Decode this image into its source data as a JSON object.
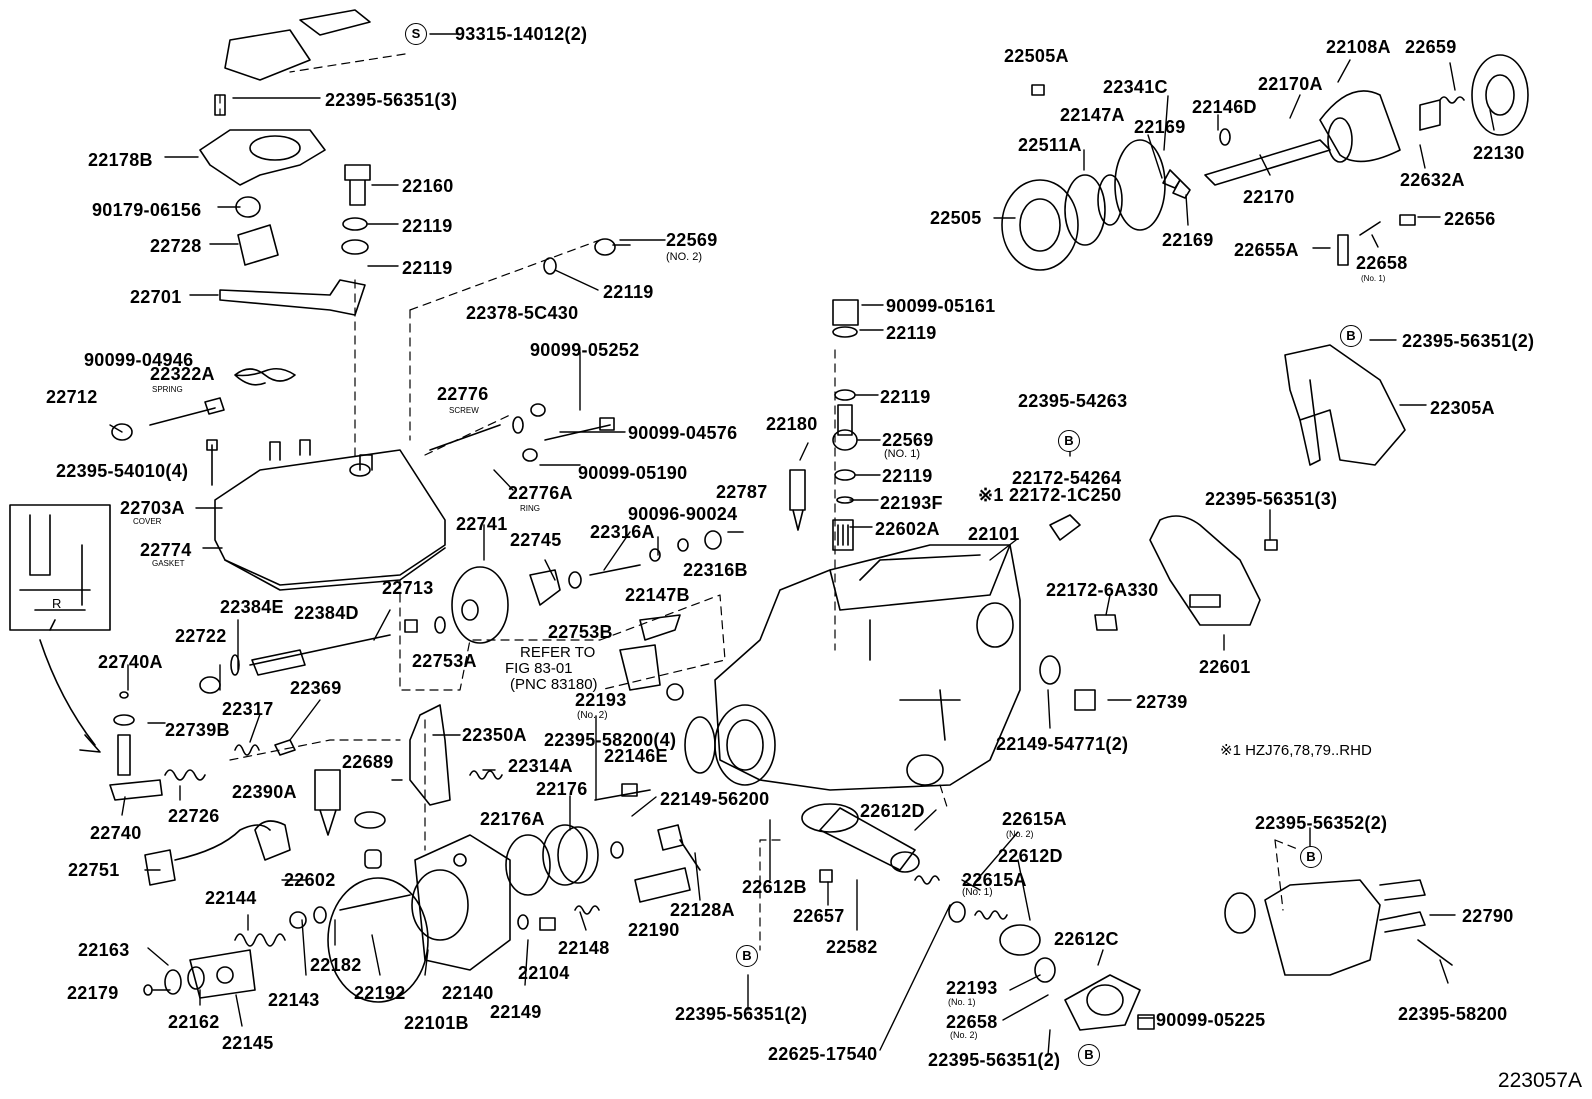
{
  "diagram": {
    "drawing_number": "223057A",
    "footnote": "※1 HZJ76,78,79..RHD",
    "labels": [
      {
        "id": "l1",
        "text": "93315-14012(2)"
      },
      {
        "id": "l2",
        "text": "22395-56351(3)"
      },
      {
        "id": "l3",
        "text": "22178B"
      },
      {
        "id": "l4",
        "text": "22160"
      },
      {
        "id": "l5",
        "text": "90179-06156"
      },
      {
        "id": "l6",
        "text": "22119"
      },
      {
        "id": "l7",
        "text": "22728"
      },
      {
        "id": "l8",
        "text": "22119"
      },
      {
        "id": "l9",
        "text": "22569"
      },
      {
        "id": "l10",
        "text": "22701"
      },
      {
        "id": "l11",
        "text": "22119"
      },
      {
        "id": "l12",
        "text": "22378-5C430"
      },
      {
        "id": "l13",
        "text": "90099-04946"
      },
      {
        "id": "l14",
        "text": "22322A"
      },
      {
        "id": "l15",
        "text": "90099-05252"
      },
      {
        "id": "l16",
        "text": "22712"
      },
      {
        "id": "l17",
        "text": "22776"
      },
      {
        "id": "l18",
        "text": "90099-04576"
      },
      {
        "id": "l19",
        "text": "22395-54010(4)"
      },
      {
        "id": "l20",
        "text": "90099-05190"
      },
      {
        "id": "l21",
        "text": "22776A"
      },
      {
        "id": "l22",
        "text": "22703A"
      },
      {
        "id": "l23",
        "text": "22741"
      },
      {
        "id": "l24",
        "text": "22774"
      },
      {
        "id": "l25",
        "text": "22745"
      },
      {
        "id": "l26",
        "text": "22316A"
      },
      {
        "id": "l27",
        "text": "90096-90024"
      },
      {
        "id": "l28",
        "text": "22787"
      },
      {
        "id": "l29",
        "text": "22316B"
      },
      {
        "id": "l30",
        "text": "22147B"
      },
      {
        "id": "l31",
        "text": "22713"
      },
      {
        "id": "l32",
        "text": "22384E"
      },
      {
        "id": "l33",
        "text": "22384D"
      },
      {
        "id": "l34",
        "text": "22753B"
      },
      {
        "id": "l35",
        "text": "22722"
      },
      {
        "id": "l36",
        "text": "22753A"
      },
      {
        "id": "l37",
        "text": "REFER TO"
      },
      {
        "id": "l38",
        "text": "FIG 83-01"
      },
      {
        "id": "l39",
        "text": "(PNC 83180)"
      },
      {
        "id": "l40",
        "text": "22740A"
      },
      {
        "id": "l41",
        "text": "22369"
      },
      {
        "id": "l42",
        "text": "22193"
      },
      {
        "id": "l43",
        "text": "22317"
      },
      {
        "id": "l44",
        "text": "22739B"
      },
      {
        "id": "l45",
        "text": "22350A"
      },
      {
        "id": "l46",
        "text": "22395-58200(4)"
      },
      {
        "id": "l47",
        "text": "22146E"
      },
      {
        "id": "l48",
        "text": "22689"
      },
      {
        "id": "l49",
        "text": "22314A"
      },
      {
        "id": "l50",
        "text": "22390A"
      },
      {
        "id": "l51",
        "text": "22726"
      },
      {
        "id": "l52",
        "text": "22176"
      },
      {
        "id": "l53",
        "text": "22149-56200"
      },
      {
        "id": "l54",
        "text": "22176A"
      },
      {
        "id": "l55",
        "text": "22740"
      },
      {
        "id": "l56",
        "text": "22751"
      },
      {
        "id": "l57",
        "text": "22128A"
      },
      {
        "id": "l58",
        "text": "22602"
      },
      {
        "id": "l59",
        "text": "22190"
      },
      {
        "id": "l60",
        "text": "22144"
      },
      {
        "id": "l61",
        "text": "22148"
      },
      {
        "id": "l62",
        "text": "22163"
      },
      {
        "id": "l63",
        "text": "22182"
      },
      {
        "id": "l64",
        "text": "22104"
      },
      {
        "id": "l65",
        "text": "22179"
      },
      {
        "id": "l66",
        "text": "22143"
      },
      {
        "id": "l67",
        "text": "22192"
      },
      {
        "id": "l68",
        "text": "22140"
      },
      {
        "id": "l69",
        "text": "22162"
      },
      {
        "id": "l70",
        "text": "22149"
      },
      {
        "id": "l71",
        "text": "22101B"
      },
      {
        "id": "l72",
        "text": "22145"
      },
      {
        "id": "l73",
        "text": "22505A"
      },
      {
        "id": "l74",
        "text": "22108A"
      },
      {
        "id": "l75",
        "text": "22659"
      },
      {
        "id": "l76",
        "text": "22341C"
      },
      {
        "id": "l77",
        "text": "22170A"
      },
      {
        "id": "l78",
        "text": "22147A"
      },
      {
        "id": "l79",
        "text": "22146D"
      },
      {
        "id": "l80",
        "text": "22511A"
      },
      {
        "id": "l81",
        "text": "22169"
      },
      {
        "id": "l82",
        "text": "22130"
      },
      {
        "id": "l83",
        "text": "22170"
      },
      {
        "id": "l84",
        "text": "22632A"
      },
      {
        "id": "l85",
        "text": "22505"
      },
      {
        "id": "l86",
        "text": "22656"
      },
      {
        "id": "l87",
        "text": "22169"
      },
      {
        "id": "l88",
        "text": "22655A"
      },
      {
        "id": "l89",
        "text": "22658"
      },
      {
        "id": "l90",
        "text": "90099-05161"
      },
      {
        "id": "l91",
        "text": "22119"
      },
      {
        "id": "l92",
        "text": "22395-56351(2)"
      },
      {
        "id": "l93",
        "text": "22119"
      },
      {
        "id": "l94",
        "text": "22305A"
      },
      {
        "id": "l95",
        "text": "22180"
      },
      {
        "id": "l96",
        "text": "22569"
      },
      {
        "id": "l97",
        "text": "22395-54263"
      },
      {
        "id": "l98",
        "text": "22119"
      },
      {
        "id": "l99",
        "text": "22193F"
      },
      {
        "id": "l100",
        "text": "22172-54264"
      },
      {
        "id": "l101",
        "text": "※1 22172-1C250"
      },
      {
        "id": "l102",
        "text": "22602A"
      },
      {
        "id": "l103",
        "text": "22101"
      },
      {
        "id": "l104",
        "text": "22395-56351(3)"
      },
      {
        "id": "l105",
        "text": "22172-6A330"
      },
      {
        "id": "l106",
        "text": "22601"
      },
      {
        "id": "l107",
        "text": "22739"
      },
      {
        "id": "l108",
        "text": "22149-54771(2)"
      },
      {
        "id": "l109",
        "text": "22612D"
      },
      {
        "id": "l110",
        "text": "22615A"
      },
      {
        "id": "l111",
        "text": "22612D"
      },
      {
        "id": "l112",
        "text": "22615A"
      },
      {
        "id": "l113",
        "text": "22612B"
      },
      {
        "id": "l114",
        "text": "22657"
      },
      {
        "id": "l115",
        "text": "22582"
      },
      {
        "id": "l116",
        "text": "22612C"
      },
      {
        "id": "l117",
        "text": "22193"
      },
      {
        "id": "l118",
        "text": "22658"
      },
      {
        "id": "l119",
        "text": "22395-56351(2)"
      },
      {
        "id": "l120",
        "text": "90099-05225"
      },
      {
        "id": "l121",
        "text": "22625-17540"
      },
      {
        "id": "l122",
        "text": "22395-56351(2)"
      },
      {
        "id": "l123",
        "text": "22395-56352(2)"
      },
      {
        "id": "l124",
        "text": "22790"
      },
      {
        "id": "l125",
        "text": "22395-58200"
      }
    ],
    "sublabels": [
      {
        "id": "s1",
        "text": "(NO. 2)"
      },
      {
        "id": "s2",
        "text": "SPRING"
      },
      {
        "id": "s3",
        "text": "SCREW"
      },
      {
        "id": "s4",
        "text": "RING"
      },
      {
        "id": "s5",
        "text": "COVER"
      },
      {
        "id": "s6",
        "text": "GASKET"
      },
      {
        "id": "s7",
        "text": "(No. 2)"
      },
      {
        "id": "s8",
        "text": "(No. 1)"
      },
      {
        "id": "s9",
        "text": "(NO. 1)"
      },
      {
        "id": "s10",
        "text": "(No. 2)"
      },
      {
        "id": "s11",
        "text": "(No. 1)"
      },
      {
        "id": "s12",
        "text": "(No. 1)"
      },
      {
        "id": "s13",
        "text": "(No. 2)"
      },
      {
        "id": "s14",
        "text": "R"
      }
    ],
    "callout_markers": [
      {
        "id": "m1",
        "letter": "S"
      },
      {
        "id": "m2",
        "letter": "B"
      },
      {
        "id": "m3",
        "letter": "B"
      },
      {
        "id": "m4",
        "letter": "B"
      },
      {
        "id": "m5",
        "letter": "B"
      },
      {
        "id": "m6",
        "letter": "B"
      }
    ]
  }
}
